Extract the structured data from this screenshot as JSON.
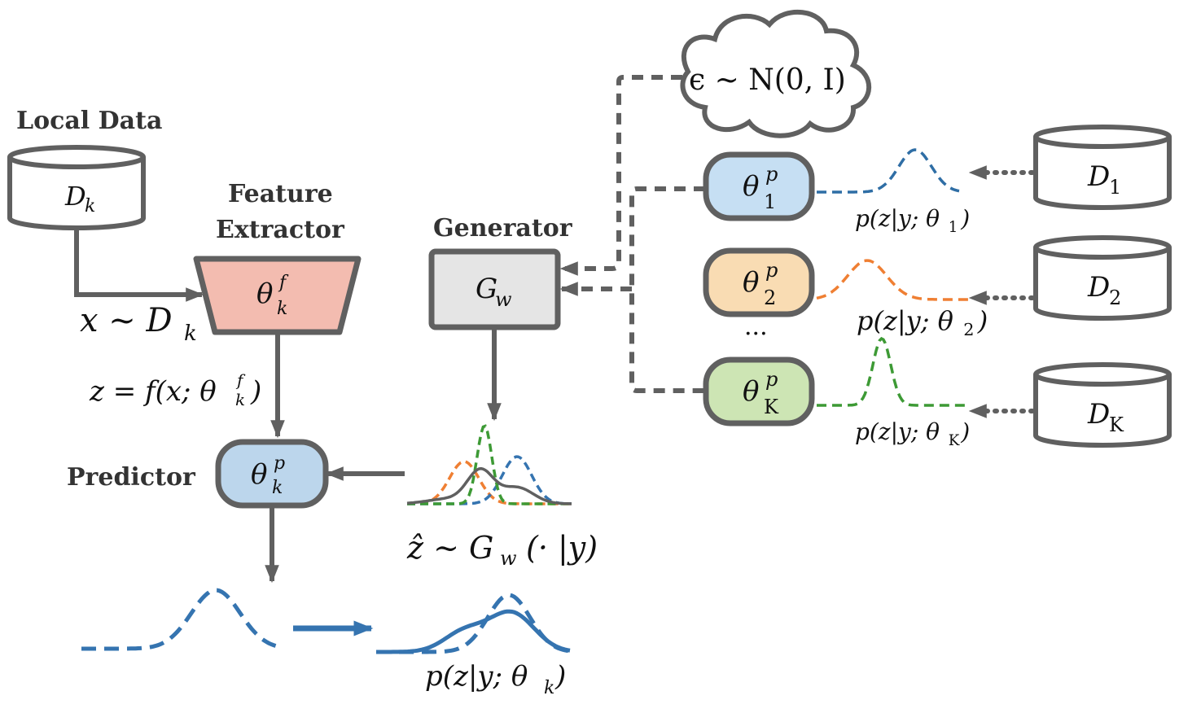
{
  "labels": {
    "local_data": "Local Data",
    "feature_extractor_line1": "Feature",
    "feature_extractor_line2": "Extractor",
    "generator": "Generator",
    "predictor": "Predictor"
  },
  "math": {
    "local_dataset": "D",
    "local_dataset_sub": "k",
    "sample": "x ~ D",
    "sample_sub": "k",
    "theta": "θ",
    "feature_sup": "f",
    "feature_sub": "k",
    "feature_eq": "z = f(x; θ",
    "feature_eq_sup": "f",
    "feature_eq_sub": "k",
    "feature_eq_close": ")",
    "generator_G": "G",
    "generator_sub": "w",
    "noise": "ϵ ~ N(0, I)",
    "predictor_sup": "p",
    "predictor_sub": "k",
    "gen_sample": "ẑ ~ G",
    "gen_sample_sub": "w",
    "gen_sample_rest": "(· |y)",
    "local_dist": "p(z|y; θ",
    "local_dist_sub": "k",
    "close": ")",
    "ellipsis": "···"
  },
  "teachers": [
    {
      "sup": "p",
      "sub": "1",
      "fill": "#c6dff3",
      "curve_color": "#2f6ea5",
      "dist": "p(z|y; θ",
      "dist_sub": "1",
      "dataset": "D",
      "dataset_sub": "1"
    },
    {
      "sup": "p",
      "sub": "2",
      "fill": "#f9dcb3",
      "curve_color": "#ef7f33",
      "dist": "p(z|y; θ",
      "dist_sub": "2",
      "dataset": "D",
      "dataset_sub": "2"
    },
    {
      "sup": "p",
      "sub": "K",
      "fill": "#cde5b4",
      "curve_color": "#3d9a35",
      "dist": "p(z|y; θ",
      "dist_sub": "K",
      "dataset": "D",
      "dataset_sub": "K"
    }
  ],
  "colors": {
    "stroke": "#606060",
    "feature_extractor_fill": "#f3bcb0",
    "generator_fill": "#e5e5e5",
    "predictor_fill": "#bcd6ec",
    "blue": "#3574b0",
    "orange": "#ef7f33",
    "green": "#3d9a35",
    "mixture": "#606060"
  }
}
